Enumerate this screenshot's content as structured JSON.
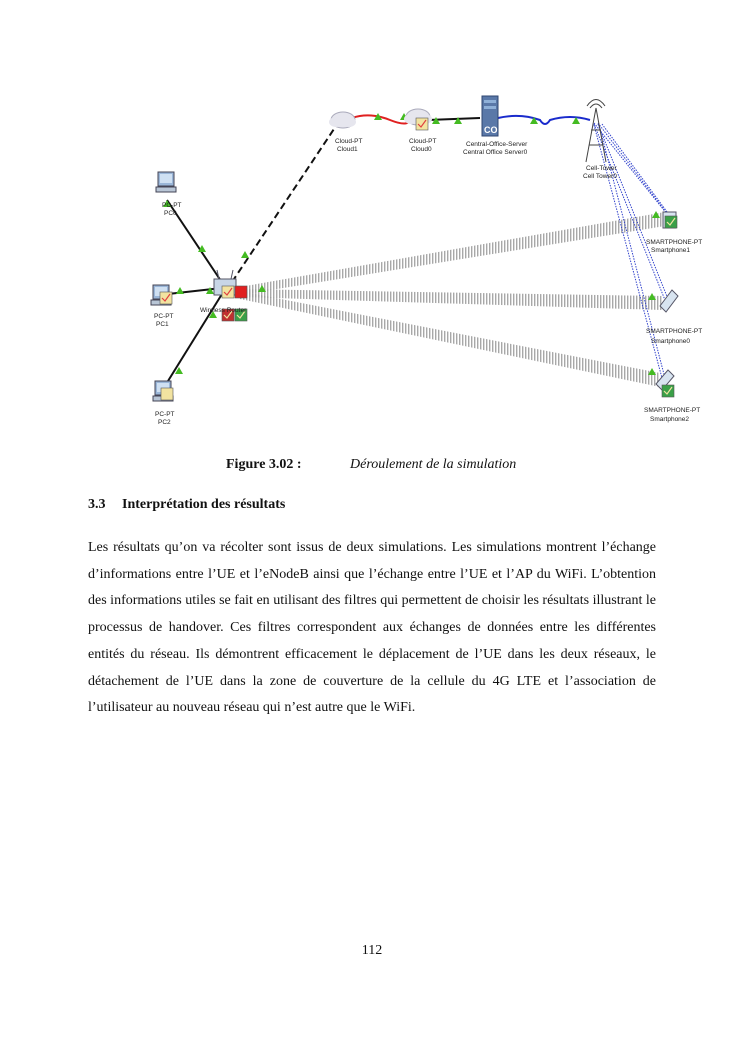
{
  "diagram": {
    "nodes": [
      {
        "id": "cloud1",
        "type": "Cloud-PT",
        "name": "Cloud1"
      },
      {
        "id": "cloud0",
        "type": "Cloud-PT",
        "name": "Cloud0"
      },
      {
        "id": "co",
        "type": "Central-Office-Server",
        "name": "Central Office Server0"
      },
      {
        "id": "tower",
        "type": "Cell-Tower",
        "name": "Cell Tower0"
      },
      {
        "id": "pc0",
        "type": "PC-PT",
        "name": "PC0"
      },
      {
        "id": "pc1",
        "type": "PC-PT",
        "name": "PC1"
      },
      {
        "id": "pc2",
        "type": "PC-PT",
        "name": "PC2"
      },
      {
        "id": "router",
        "type": "HomeRouter",
        "name": "Wireless Router"
      },
      {
        "id": "sp1",
        "type": "SMARTPHONE-PT",
        "name": "Smartphone1"
      },
      {
        "id": "sp0",
        "type": "SMARTPHONE-PT",
        "name": "Smartphone0"
      },
      {
        "id": "sp2",
        "type": "SMARTPHONE-PT",
        "name": "Smartphone2"
      }
    ]
  },
  "caption": {
    "label": "Figure 3.02 :",
    "title": "Déroulement de la simulation"
  },
  "section": {
    "number": "3.3",
    "title": "Interprétation des résultats"
  },
  "paragraph": "Les résultats qu’on va récolter sont issus de deux simulations. Les simulations montrent l’échange d’informations entre l’UE et l’eNodeB ainsi que l’échange entre l’UE et l’AP du WiFi. L’obtention des informations utiles se fait en utilisant des filtres qui permettent de choisir les résultats illustrant le processus de handover. Ces filtres correspondent aux échanges de données entre les différentes entités du réseau. Ils démontrent efficacement le déplacement de l’UE dans les deux réseaux, le détachement de l’UE dans la zone de couverture de la cellule du 4G LTE et l’association de l’utilisateur  au nouveau réseau qui n’est autre que le WiFi.",
  "page_number": "112"
}
